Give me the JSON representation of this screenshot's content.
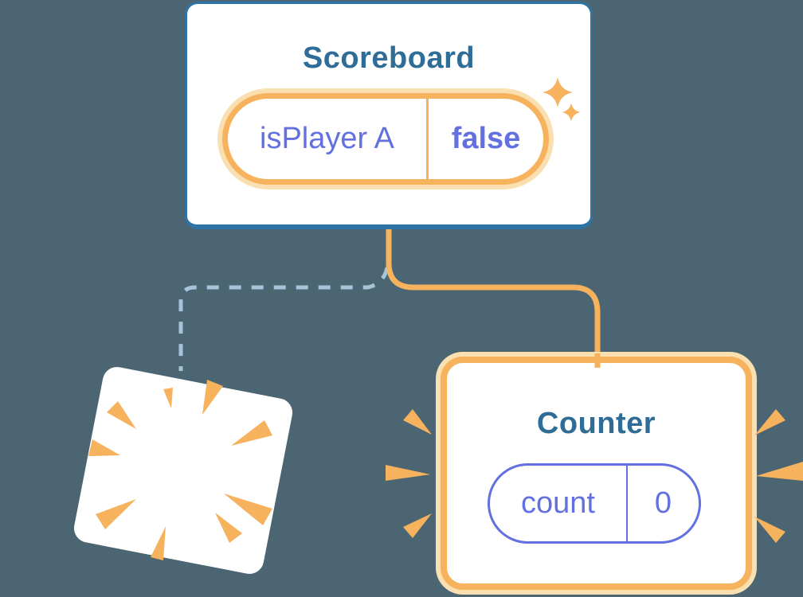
{
  "diagram": {
    "description": "React component tree: Scoreboard parent keeps its state while Counter child is destroyed and recreated",
    "colors": {
      "background": "#4B6672",
      "accent_orange": "#F6B25C",
      "accent_orange_halo": "#FADFB1",
      "accent_purple": "#6370DF",
      "card_border_blue": "#2E73A6",
      "title_blue": "#2F6C96",
      "dashed_line_blue": "#A6C3DA",
      "card_white": "#FFFFFF"
    },
    "scoreboard": {
      "title": "Scoreboard",
      "state": {
        "name": "isPlayer A",
        "value": "false"
      }
    },
    "counter": {
      "title": "Counter",
      "state": {
        "name": "count",
        "value": "0"
      }
    }
  }
}
